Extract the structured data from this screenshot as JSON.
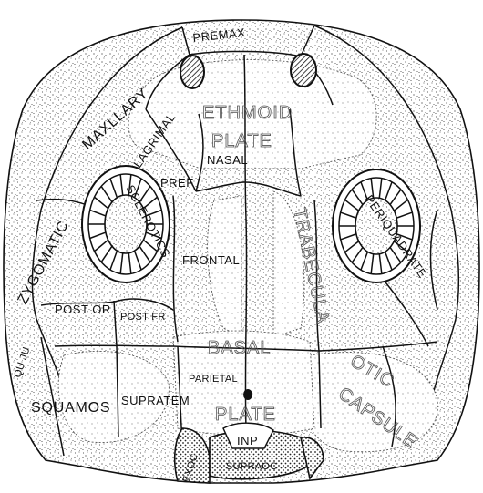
{
  "labels": {
    "premax": "PREMAX",
    "maxillary": "MAXLLARY",
    "lagrimal": "LAGRIMAL",
    "ethmoid": "ETHMOID",
    "plate_top": "PLATE",
    "nasal": "NASAL",
    "pref": "PREF",
    "sclerotics": "SCLEROTICS",
    "zygomatic": "ZYGOMATIC",
    "frontal": "FRONTAL",
    "trabecula": "TRABECULA",
    "periquadrate": "PERIQUADRATE",
    "post_or": "POST OR",
    "post_fr": "POST FR",
    "basal": "BASAL",
    "parietal": "PARIETAL",
    "plate_bottom": "PLATE",
    "quju": "QU JU",
    "squamos": "SQUAMOS",
    "supratem": "SUPRATEM",
    "otic": "OTIC",
    "capsule": "CAPSULE",
    "inp": "INP",
    "supraoc": "SUPRAOC",
    "exoc": "EXOC"
  },
  "colors": {
    "ink": "#111111",
    "paper": "#ffffff",
    "stipple": "#3a3a3a"
  }
}
